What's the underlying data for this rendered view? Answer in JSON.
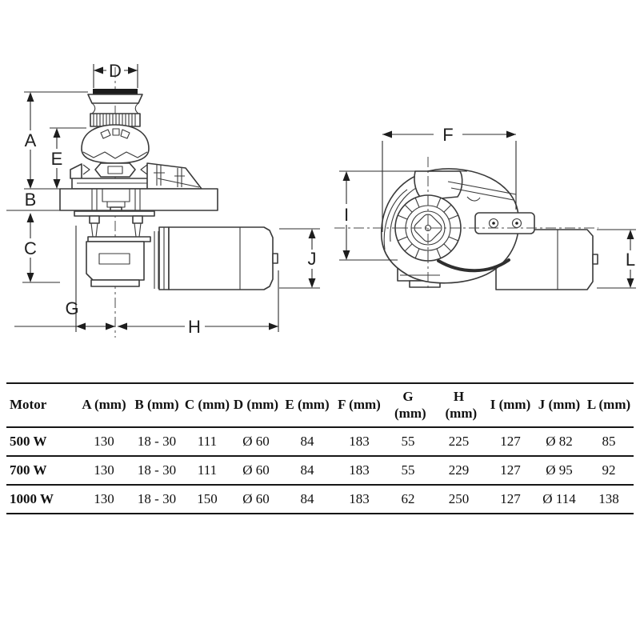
{
  "diagram": {
    "dim_labels": {
      "A": "A",
      "B": "B",
      "C": "C",
      "D": "D",
      "E": "E",
      "F": "F",
      "G": "G",
      "H": "H",
      "I": "I",
      "J": "J",
      "L": "L"
    }
  },
  "table": {
    "columns": [
      "Motor",
      "A (mm)",
      "B (mm)",
      "C (mm)",
      "D (mm)",
      "E (mm)",
      "F (mm)",
      "G (mm)",
      "H (mm)",
      "I (mm)",
      "J (mm)",
      "L (mm)"
    ],
    "rows": [
      {
        "motor": "500 W",
        "cells": [
          "130",
          "18 - 30",
          "111",
          "Ø 60",
          "84",
          "183",
          "55",
          "225",
          "127",
          "Ø 82",
          "85"
        ]
      },
      {
        "motor": "700 W",
        "cells": [
          "130",
          "18 - 30",
          "111",
          "Ø 60",
          "84",
          "183",
          "55",
          "229",
          "127",
          "Ø 95",
          "92"
        ]
      },
      {
        "motor": "1000 W",
        "cells": [
          "130",
          "18 - 30",
          "150",
          "Ø 60",
          "84",
          "183",
          "62",
          "250",
          "127",
          "Ø 114",
          "138"
        ]
      }
    ]
  }
}
